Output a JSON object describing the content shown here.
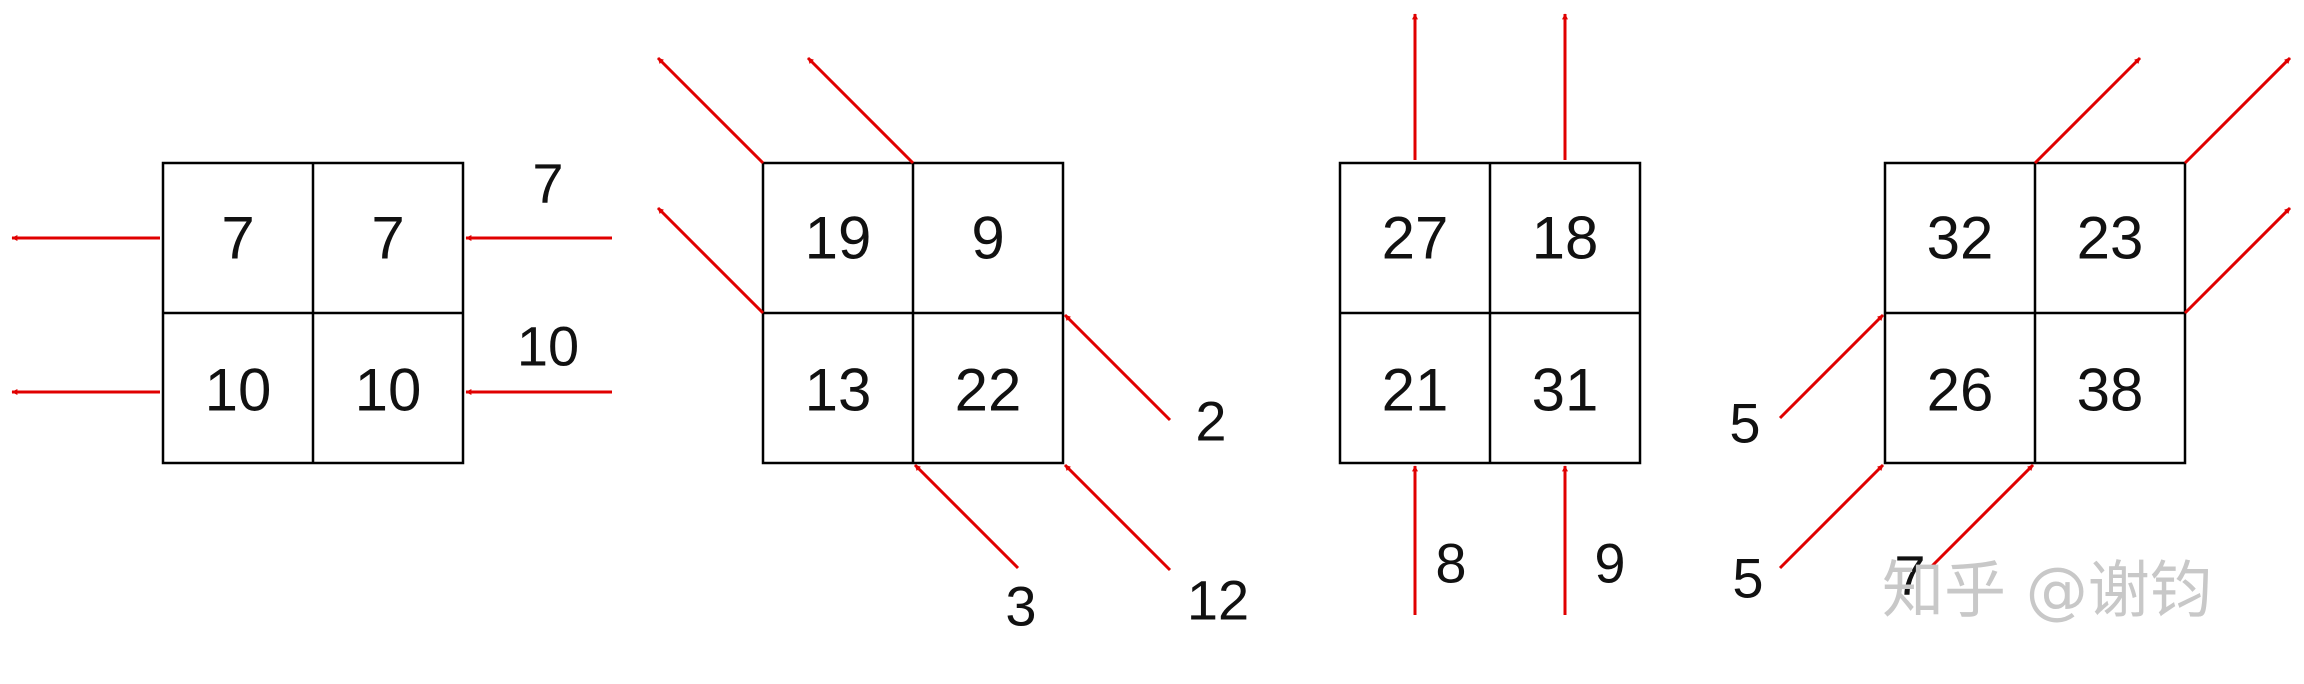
{
  "colors": {
    "arrow": "#e00000",
    "grid": "#000000",
    "text": "#111111",
    "watermark": "#c8c8c8"
  },
  "panels": [
    {
      "cells": [
        "7",
        "7",
        "10",
        "10"
      ],
      "inputs": [
        "7",
        "10"
      ]
    },
    {
      "cells": [
        "19",
        "9",
        "13",
        "22"
      ],
      "inputs": [
        "2",
        "3",
        "12"
      ]
    },
    {
      "cells": [
        "27",
        "18",
        "21",
        "31"
      ],
      "inputs": [
        "8",
        "9"
      ]
    },
    {
      "cells": [
        "32",
        "23",
        "26",
        "38"
      ],
      "inputs": [
        "5",
        "5",
        "7"
      ]
    }
  ],
  "watermark": "知乎 @谢钧"
}
